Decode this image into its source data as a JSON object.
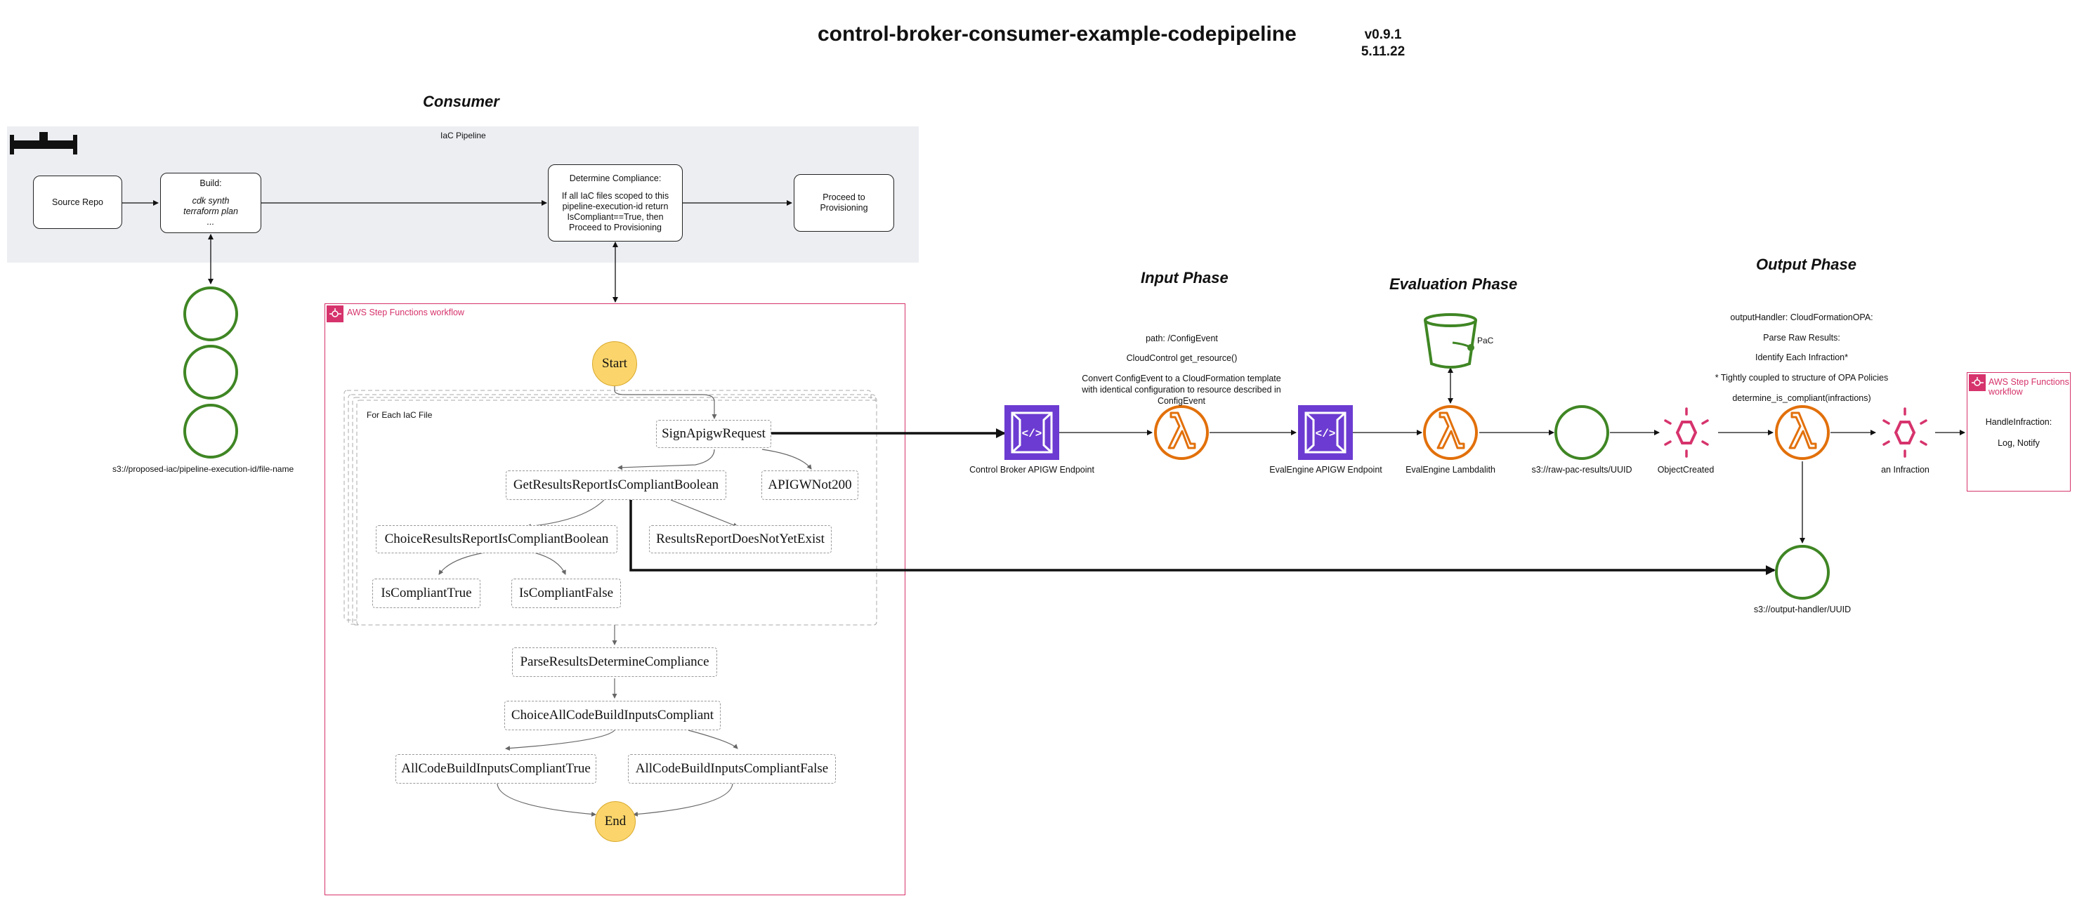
{
  "header": {
    "title": "control-broker-consumer-example-codepipeline",
    "version": "v0.9.1",
    "date": "5.11.22"
  },
  "consumer": {
    "heading": "Consumer",
    "pipeline_label": "IaC Pipeline",
    "source_repo": "Source Repo",
    "build_title": "Build:",
    "build_line1": "cdk synth",
    "build_line2": "terraform plan",
    "build_line3": "...",
    "determine_title": "Determine Compliance:",
    "determine_body": "If all IaC files scoped to this pipeline-execution-id return IsCompliant==True, then Proceed to Provisioning",
    "proceed": "Proceed to Provisioning",
    "s3_label": "s3://proposed-iac/pipeline-execution-id/file-name"
  },
  "stepfunctions": {
    "label": "AWS Step Functions workflow",
    "foreach_label": "For Each IaC File",
    "start": "Start",
    "end": "End",
    "sign": "SignApigwRequest",
    "get_results": "GetResultsReportIsCompliantBoolean",
    "apigw_not200": "APIGWNot200",
    "choice_results": "ChoiceResultsReportIsCompliantBoolean",
    "results_not_exist": "ResultsReportDoesNotYetExist",
    "is_true": "IsCompliantTrue",
    "is_false": "IsCompliantFalse",
    "parse": "ParseResultsDetermineCompliance",
    "choice_all": "ChoiceAllCodeBuildInputsCompliant",
    "all_true": "AllCodeBuildInputsCompliantTrue",
    "all_false": "AllCodeBuildInputsCompliantFalse"
  },
  "input_phase": {
    "heading": "Input Phase",
    "path": "path: /ConfigEvent",
    "cloudcontrol": "CloudControl get_resource()",
    "convert": "Convert ConfigEvent to a CloudFormation template with identical configuration to resource described in ConfigEvent",
    "apigw_label": "Control Broker APIGW Endpoint"
  },
  "evaluation_phase": {
    "heading": "Evaluation Phase",
    "pac": "PaC",
    "apigw_label": "EvalEngine APIGW Endpoint",
    "lambda_label": "EvalEngine Lambdalith",
    "s3_raw": "s3://raw-pac-results/UUID"
  },
  "output_phase": {
    "heading": "Output Phase",
    "handler": "outputHandler: CloudFormationOPA:",
    "parse_raw": "Parse Raw Results:",
    "identify": "Identify Each Infraction*",
    "coupled": "* Tightly coupled to structure of OPA Policies",
    "determine": "determine_is_compliant(infractions)",
    "object_created": "ObjectCreated",
    "an_infraction": "an Infraction",
    "s3_output": "s3://output-handler/UUID",
    "sfn_label_1": "AWS Step Functions",
    "sfn_label_2": "workflow",
    "handle": "HandleInfraction:",
    "log_notify": "Log, Notify"
  },
  "colors": {
    "pink": "#d6336c",
    "green": "#3f8624",
    "orange": "#e2700b",
    "purple": "#6c3bd1",
    "yellow": "#fbd56b",
    "pipeline_bg": "#eceef2"
  }
}
